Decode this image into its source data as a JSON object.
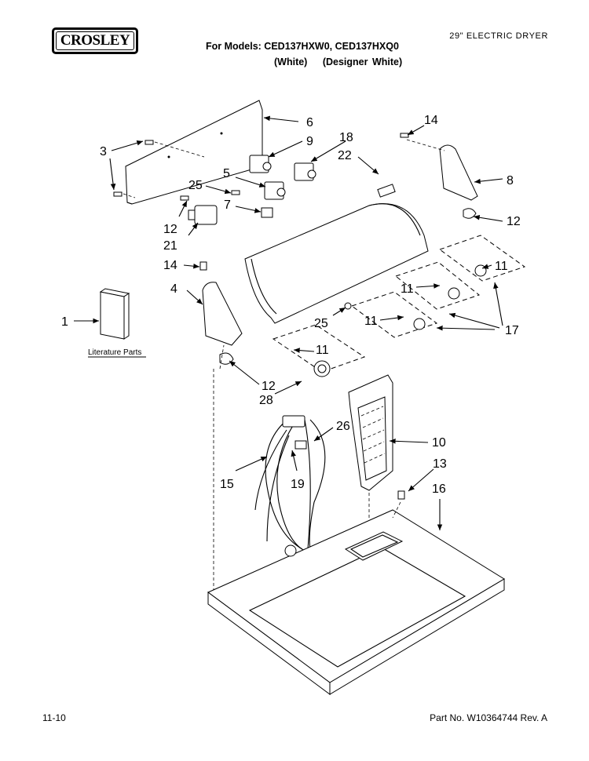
{
  "brand": "CROSLEY",
  "product": "29\" ELECTRIC DRYER",
  "models_line": "For Models: CED137HXW0, CED137HXQ0",
  "colors": [
    "(White)",
    "(Designer White)"
  ],
  "footer": {
    "date": "11-10",
    "part_no": "Part No. W10364744 Rev. A"
  },
  "literature_label": "Literature Parts",
  "callouts": {
    "c1": "1",
    "c3": "3",
    "c4": "4",
    "c5": "5",
    "c6": "6",
    "c7": "7",
    "c8": "8",
    "c9": "9",
    "c10": "10",
    "c11a": "11",
    "c11b": "11",
    "c11c": "11",
    "c11d": "11",
    "c12a": "12",
    "c12b": "12",
    "c12c": "12",
    "c13": "13",
    "c14a": "14",
    "c14b": "14",
    "c15": "15",
    "c16": "16",
    "c17": "17",
    "c18": "18",
    "c19": "19",
    "c21": "21",
    "c22": "22",
    "c25a": "25",
    "c25b": "25",
    "c26": "26",
    "c28": "28"
  }
}
